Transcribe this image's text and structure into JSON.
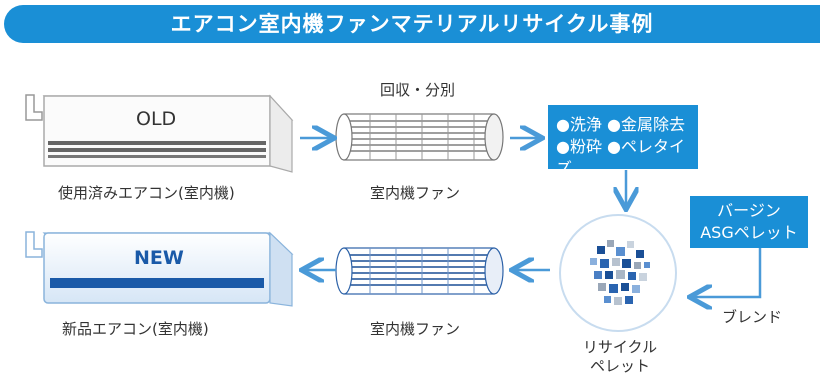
{
  "title": "エアコン室内機ファンマテリアルリサイクル事例",
  "old_unit": {
    "text": "OLD",
    "caption": "使用済みエアコン(室内機)"
  },
  "new_unit": {
    "text": "NEW",
    "caption": "新品エアコン(室内機)"
  },
  "collect_label": "回収・分別",
  "fan_top_caption": "室内機ファン",
  "fan_bottom_caption": "室内機ファン",
  "process_box": {
    "line1": "●洗浄 ●金属除去",
    "line2": "●粉砕 ●ペレタイズ"
  },
  "virgin_box": {
    "line1": "バージン",
    "line2": "ASGペレット"
  },
  "blend_label": "ブレンド",
  "recycle_pellet": {
    "line1": "リサイクル",
    "line2": "ペレット"
  },
  "colors": {
    "accent": "#1a8fd6",
    "arrow": "#4a9ad8",
    "new_bar": "#1a5aa8"
  }
}
